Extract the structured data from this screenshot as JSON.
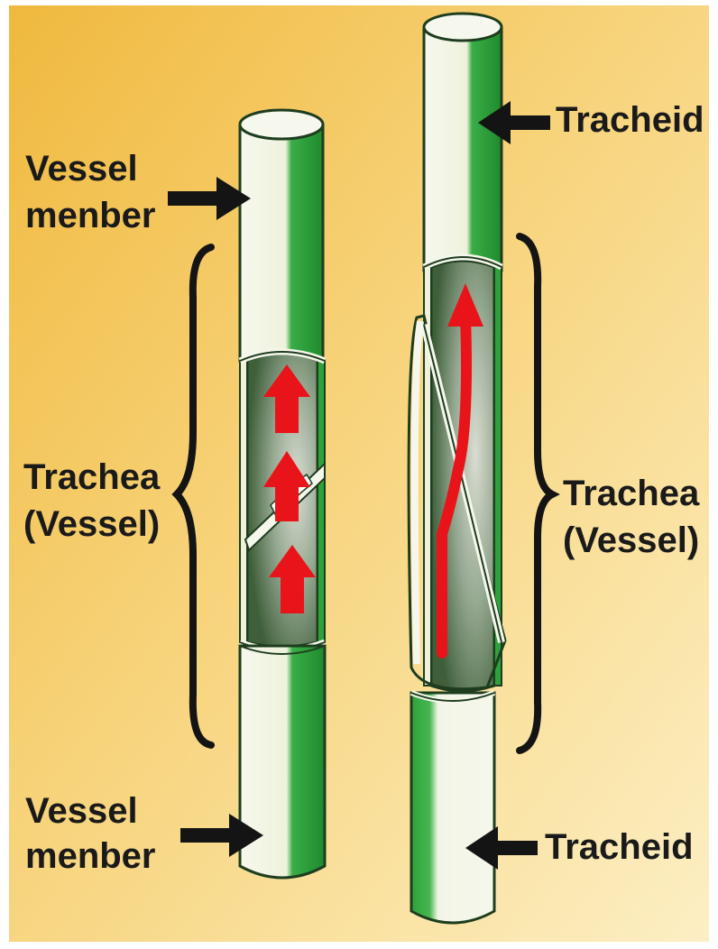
{
  "labels": {
    "vessel_member_top": [
      "Vessel",
      "menber"
    ],
    "vessel_member_bottom": [
      "Vessel",
      "menber"
    ],
    "trachea_left": [
      "Trachea",
      "(Vessel)"
    ],
    "trachea_right": [
      "Trachea",
      "(Vessel)"
    ],
    "tracheid_top": "Tracheid",
    "tracheid_bottom": "Tracheid"
  },
  "colors": {
    "background_warm": "#f2c24a",
    "background_light": "#fbe9b5",
    "tube_green": "#2fa43a",
    "tube_white": "#f4f6e8",
    "interior_dark": "#4f6e4a",
    "flow_arrow": "#e8141a",
    "text": "#1a1a1a"
  },
  "icons": {
    "pointer": "arrow-right-icon",
    "pointer_left": "arrow-left-icon",
    "flow": "arrow-up-icon",
    "bracket": "curly-brace-icon"
  }
}
